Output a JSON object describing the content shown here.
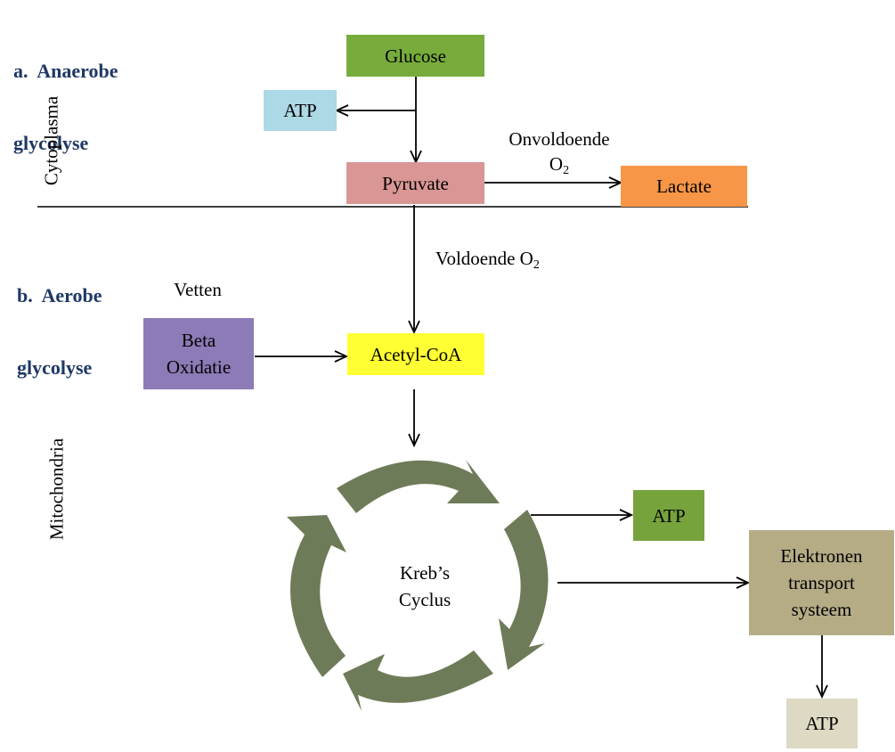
{
  "headings": {
    "anaerobe_line1": "a.  Anaerobe",
    "anaerobe_line2": "glycolyse",
    "aerobe_line1": "b.  Aerobe",
    "aerobe_line2": "glycolyse"
  },
  "regions": {
    "cytoplasma": "Cytoplasma",
    "mitochondria": "Mitochondria"
  },
  "nodes": {
    "glucose": "Glucose",
    "atp_top": "ATP",
    "pyruvate": "Pyruvate",
    "lactate": "Lactate",
    "beta_line1": "Beta",
    "beta_line2": "Oxidatie",
    "acetyl_coa": "Acetyl-CoA",
    "atp_mid": "ATP",
    "ets_line1": "Elektronen",
    "ets_line2": "transport",
    "ets_line3": "systeem",
    "atp_bottom": "ATP",
    "kreb_line1": "Kreb’s",
    "kreb_line2": "Cyclus"
  },
  "labels": {
    "onvoldoende": "Onvoldoende",
    "o2_base": "O",
    "o2_sub": "2",
    "voldoende": "Voldoende O",
    "voldoende_sub": "2",
    "vetten": "Vetten"
  },
  "colors": {
    "heading": "#1f3864",
    "glucose": "#77ac3c",
    "atp_top": "#add8e6",
    "pyruvate": "#d99694",
    "lactate": "#f79646",
    "beta": "#8c7bb6",
    "acetyl_coa": "#ffff33",
    "atp_mid": "#77a33c",
    "ets": "#b5ac86",
    "atp_bottom": "#ddd9c3",
    "cycle": "#6e7b58"
  }
}
